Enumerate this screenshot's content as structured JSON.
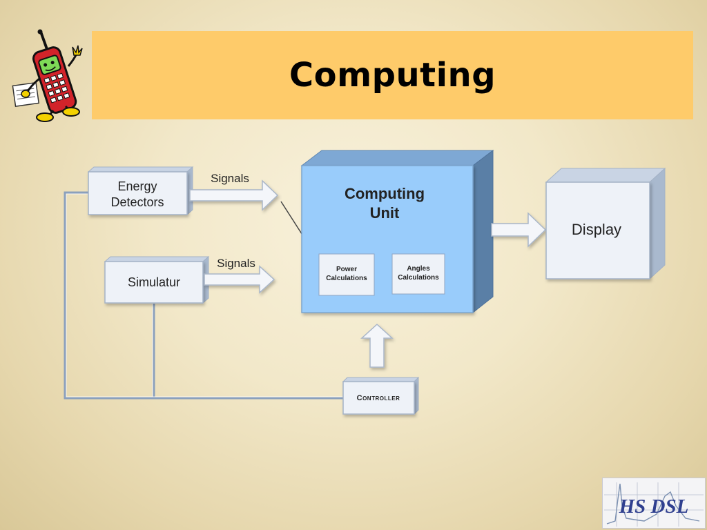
{
  "slide": {
    "title": "Computing"
  },
  "diagram": {
    "energy_detectors": [
      "Energy",
      "Detectors"
    ],
    "simulatur": "Simulatur",
    "signals_top": "Signals",
    "signals_bottom": "Signals",
    "computing_unit": [
      "Computing",
      "Unit"
    ],
    "power_calculations": [
      "Power",
      "Calculations"
    ],
    "angles_calculations": [
      "Angles",
      "Calculations"
    ],
    "display": "Display",
    "controller": "Controller"
  },
  "logo": {
    "text": "HS DSL"
  },
  "colors": {
    "title_bar": "#fecb6a",
    "cube_front": "#99ccfb",
    "cube_top": "#7ea8d4",
    "cube_side": "#5a7fa6",
    "box_fill": "#eef2f8",
    "connector": "#8ba0bc"
  }
}
